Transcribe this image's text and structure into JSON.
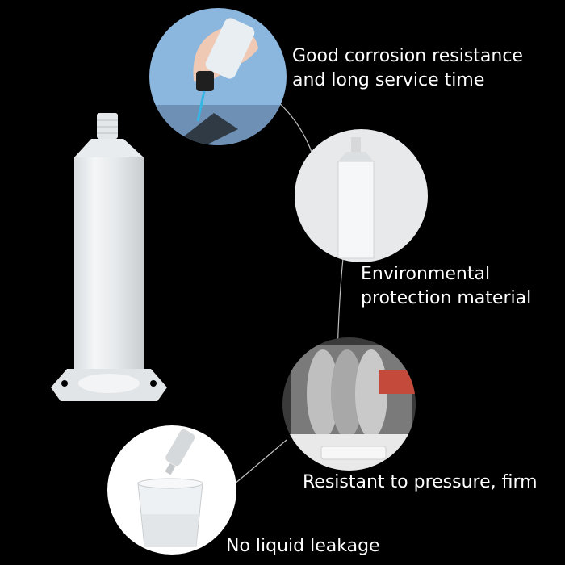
{
  "features": [
    {
      "id": "corrosion",
      "lines": [
        "Good corrosion  resistance",
        "and long  service time"
      ],
      "icon": "dispensing-syringe-in-hand-photo"
    },
    {
      "id": "material",
      "lines": [
        "Environmental",
        "protection material"
      ],
      "icon": "syringe-barrel-photo"
    },
    {
      "id": "pressure",
      "lines": [
        "Resistant to pressure, firm"
      ],
      "icon": "syringe-under-weight-plates-photo"
    },
    {
      "id": "leakage",
      "lines": [
        "No liquid leakage"
      ],
      "icon": "syringe-tip-over-cup-photo"
    }
  ],
  "colors": {
    "background": "#000000",
    "text": "#ffffff",
    "connector": "#bfbfbf"
  }
}
